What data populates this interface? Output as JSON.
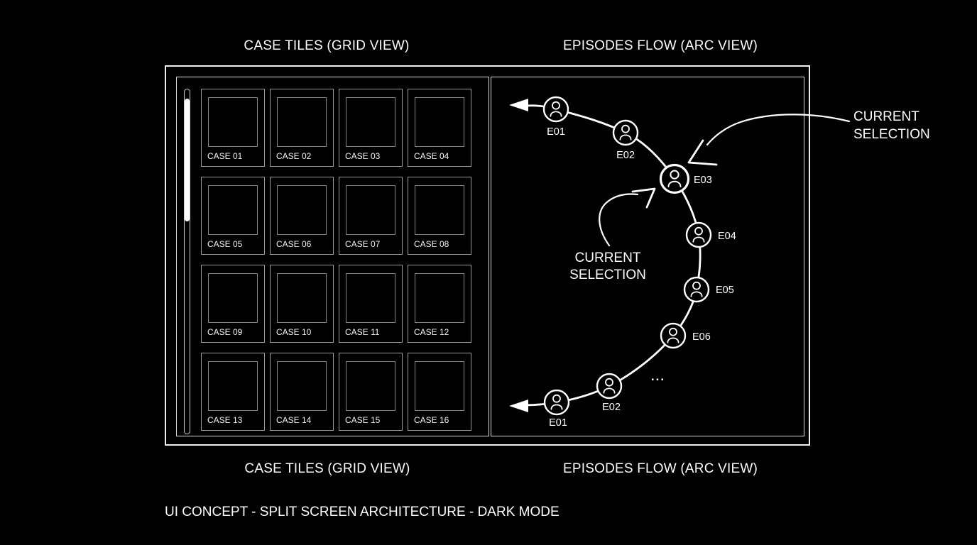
{
  "header": {
    "grid_label": "CASE TILES (GRID VIEW)",
    "arc_label": "EPISODES FLOW (ARC VIEW)"
  },
  "footer": {
    "grid_label": "CASE TILES (GRID VIEW)",
    "arc_label": "EPISODES FLOW (ARC VIEW)",
    "caption": "UI CONCEPT - SPLIT SCREEN ARCHITECTURE - DARK MODE"
  },
  "grid": {
    "tiles": [
      {
        "label": "CASE 01"
      },
      {
        "label": "CASE 02"
      },
      {
        "label": "CASE 03"
      },
      {
        "label": "CASE 04"
      },
      {
        "label": "CASE 05"
      },
      {
        "label": "CASE 06"
      },
      {
        "label": "CASE 07"
      },
      {
        "label": "CASE 08"
      },
      {
        "label": "CASE 09"
      },
      {
        "label": "CASE 10"
      },
      {
        "label": "CASE 11"
      },
      {
        "label": "CASE 12"
      },
      {
        "label": "CASE 13"
      },
      {
        "label": "CASE 14"
      },
      {
        "label": "CASE 15"
      },
      {
        "label": "CASE 16"
      }
    ]
  },
  "arc": {
    "nodes": [
      {
        "id": "E01-top",
        "label": "E01",
        "selected": false
      },
      {
        "id": "E02-top",
        "label": "E02",
        "selected": false
      },
      {
        "id": "E03",
        "label": "E03",
        "selected": true
      },
      {
        "id": "E04",
        "label": "E04",
        "selected": false
      },
      {
        "id": "E05",
        "label": "E05",
        "selected": false
      },
      {
        "id": "E06",
        "label": "E06",
        "selected": false
      },
      {
        "id": "E02-bottom",
        "label": "E02",
        "selected": false
      },
      {
        "id": "E01-bottom",
        "label": "E01",
        "selected": false
      }
    ],
    "ellipsis": "...",
    "annotations": {
      "selection_right": {
        "lines": [
          "CURRENT",
          "SELECTION"
        ]
      },
      "selection_mid": {
        "lines": [
          "CURRENT",
          "SELECTION"
        ]
      }
    }
  },
  "colors": {
    "background": "#000000",
    "foreground": "#ffffff",
    "tile_border": "#9a9a9a",
    "panel_border": "#d9d9d9"
  }
}
